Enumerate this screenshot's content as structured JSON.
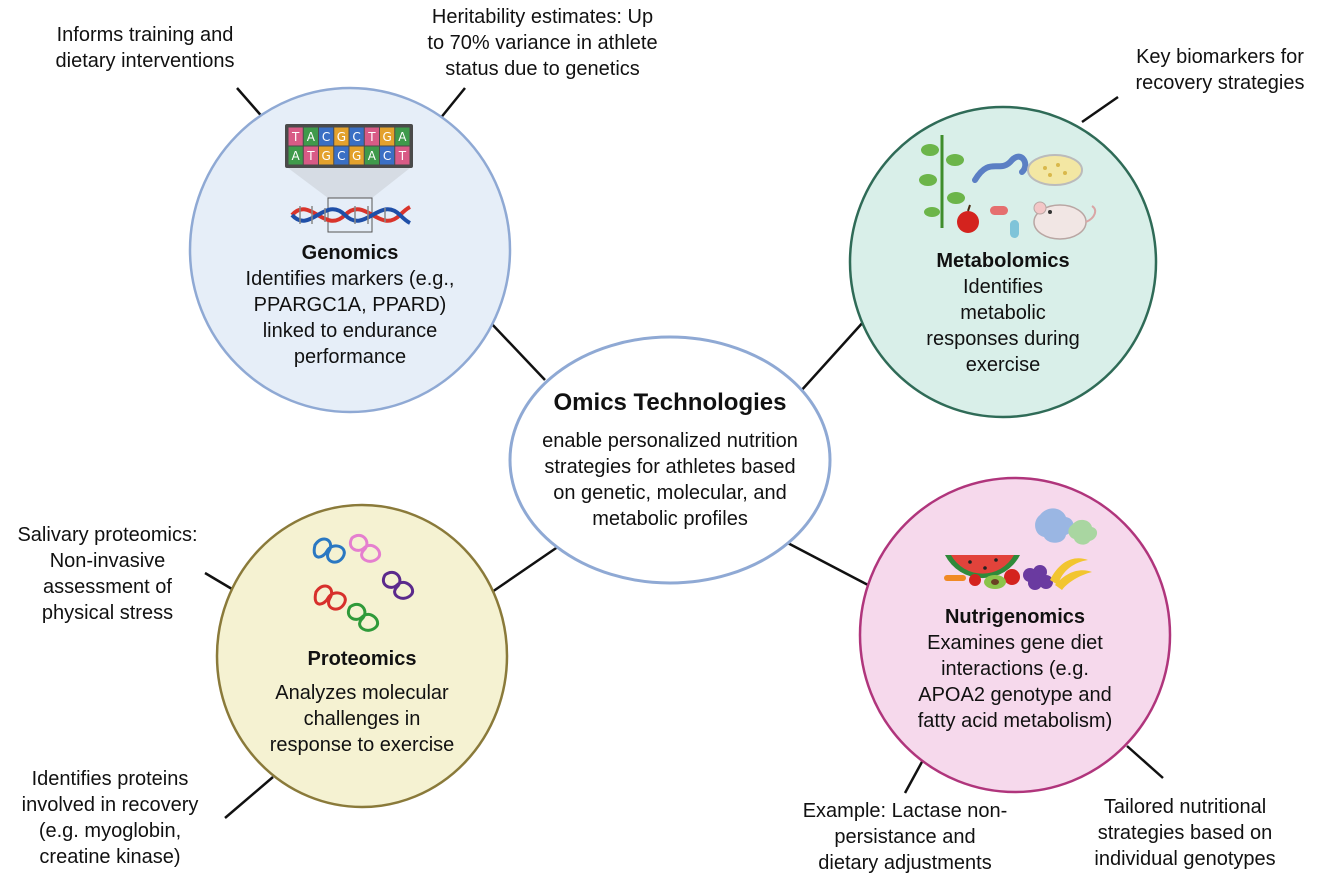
{
  "center": {
    "title": "Omics Technologies",
    "lines": [
      "enable personalized nutrition",
      "strategies for athletes based",
      "on genetic, molecular, and",
      "metabolic profiles"
    ]
  },
  "nodes": {
    "genomics": {
      "title": "Genomics",
      "lines": [
        "Identifies markers (e.g.,",
        "PPARGC1A, PPARD)",
        "linked to endurance",
        "performance"
      ],
      "fill": "#e6eef8",
      "stroke": "#8fa9d4",
      "dna_top": [
        "T",
        "A",
        "C",
        "G",
        "C",
        "T",
        "G",
        "A"
      ],
      "dna_bottom": [
        "A",
        "T",
        "G",
        "C",
        "G",
        "A",
        "C",
        "T"
      ]
    },
    "metabolomics": {
      "title": "Metabolomics",
      "lines": [
        "Identifies",
        "metabolic",
        "responses during",
        "exercise"
      ],
      "fill": "#d9efe9",
      "stroke": "#2f6b57"
    },
    "proteomics": {
      "title": "Proteomics",
      "lines": [
        "Analyzes molecular",
        "challenges in",
        "response to exercise"
      ],
      "fill": "#f5f2d2",
      "stroke": "#8a7a3a"
    },
    "nutrigenomics": {
      "title": "Nutrigenomics",
      "lines": [
        "Examines gene diet",
        "interactions (e.g.",
        "APOA2 genotype and",
        "fatty acid metabolism)"
      ],
      "fill": "#f6d9ec",
      "stroke": "#b0357c"
    }
  },
  "annotations": {
    "informs": [
      "Informs training and",
      "dietary interventions"
    ],
    "heritability": [
      "Heritability estimates: Up",
      "to 70% variance in athlete",
      "status due to genetics"
    ],
    "biomarkers": [
      "Key biomarkers for",
      "recovery strategies"
    ],
    "salivary": [
      "Salivary proteomics:",
      "Non-invasive",
      "assessment of",
      "physical stress"
    ],
    "identifies_proteins": [
      "Identifies proteins",
      "involved in recovery",
      "(e.g. myoglobin,",
      "creatine kinase)"
    ],
    "lactase": [
      "Example: Lactase non-",
      "persistance and",
      "dietary adjustments"
    ],
    "tailored": [
      "Tailored nutritional",
      "strategies based on",
      "individual genotypes"
    ]
  }
}
